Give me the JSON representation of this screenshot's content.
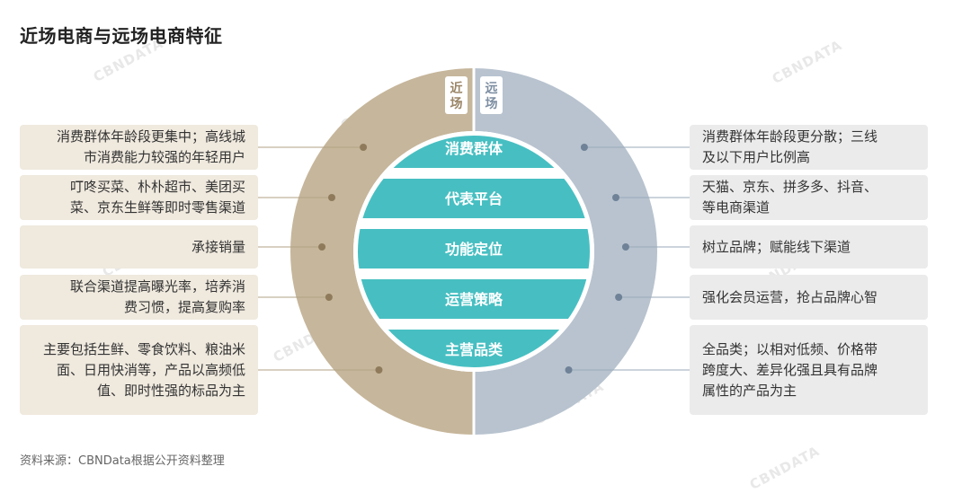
{
  "title": "近场电商与远场电商特征",
  "watermark": "CBNDATA",
  "source": "资料来源：CBNData根据公开资料整理",
  "colors": {
    "near_ring": "#c6b69b",
    "far_ring": "#b8c3cf",
    "center_band": "#47bfc2",
    "left_box": "#efe9de",
    "right_box": "#ebebeb"
  },
  "near_label": "近场",
  "far_label": "远场",
  "categories": [
    "消费群体",
    "代表平台",
    "功能定位",
    "运营策略",
    "主营品类"
  ],
  "near": [
    "消费群体年龄段更集中；高线城市消费能力较强的年轻用户",
    "叮咚买菜、朴朴超市、美团买菜、京东生鲜等即时零售渠道",
    "承接销量",
    "联合渠道提高曝光率，培养消费习惯，提高复购率",
    "主要包括生鲜、零食饮料、粮油米面、日用快消等，产品以高频低值、即时性强的标品为主"
  ],
  "far": [
    "消费群体年龄段更分散；三线及以下用户比例高",
    "天猫、京东、拼多多、抖音、等电商渠道",
    "树立品牌；赋能线下渠道",
    "强化会员运营，抢占品牌心智",
    "全品类；以相对低频、价格带跨度大、差异化强且具有品牌属性的产品为主"
  ]
}
